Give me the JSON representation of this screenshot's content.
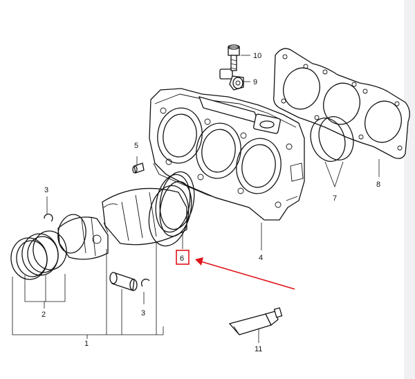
{
  "callouts": {
    "c1": "1",
    "c2": "2",
    "c3a": "3",
    "c3b": "3",
    "c4": "4",
    "c5": "5",
    "c6": "6",
    "c7": "7",
    "c8": "8",
    "c9": "9",
    "c10": "10",
    "c11": "11"
  },
  "highlight": {
    "callout": "6",
    "color": "#e0141b"
  }
}
